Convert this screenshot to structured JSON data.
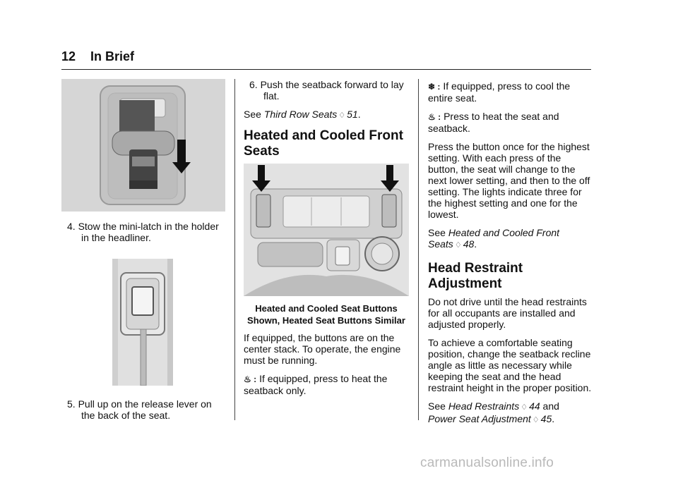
{
  "header": {
    "page_number": "12",
    "section": "In Brief"
  },
  "col1": {
    "step4": "4. Stow the mini-latch in the holder in the headliner.",
    "step5": "5. Pull up on the release lever on the back of the seat."
  },
  "col2": {
    "step6": "6. Push the seatback forward to lay flat.",
    "see_prefix": "See ",
    "see_link": "Third Row Seats",
    "see_page": "51",
    "heading": "Heated and Cooled Front Seats",
    "caption": "Heated and Cooled Seat Buttons Shown, Heated Seat Buttons Similar",
    "para1": "If equipped, the buttons are on the center stack. To operate, the engine must be running.",
    "item1_text": "If equipped, press to heat the seatback only."
  },
  "col3": {
    "item2_text": "If equipped, press to cool the entire seat.",
    "item3_text": "Press to heat the seat and seatback.",
    "para_press": "Press the button once for the highest setting. With each press of the button, the seat will change to the next lower setting, and then to the off setting. The lights indicate three for the highest setting and one for the lowest.",
    "see1_prefix": "See ",
    "see1_link": "Heated and Cooled Front Seats",
    "see1_page": "48",
    "heading2": "Head Restraint Adjustment",
    "para_hr1": "Do not drive until the head restraints for all occupants are installed and adjusted properly.",
    "para_hr2": "To achieve a comfortable seating position, change the seatback recline angle as little as necessary while keeping the seat and the head restraint height in the proper position.",
    "see2_prefix": "See ",
    "see2_link1": "Head Restraints",
    "see2_page1": "44",
    "see2_and": " and",
    "see2_link2": "Power Seat Adjustment",
    "see2_page2": "45"
  },
  "icons": {
    "xref": "xref-arrow-icon",
    "seatback_heat": "seatback-heat-icon",
    "seat_cool": "seat-cool-icon",
    "seat_heat": "seat-heat-icon"
  },
  "watermark": "carmanualsonline.info"
}
